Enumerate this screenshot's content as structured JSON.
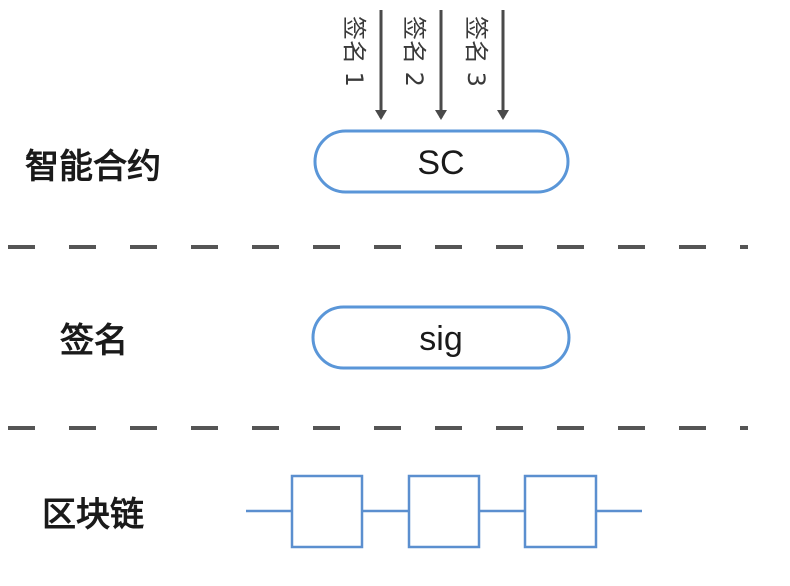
{
  "layers": {
    "smart_contract": {
      "label": "智能合约",
      "pill_text": "SC"
    },
    "signature": {
      "label": "签名",
      "pill_text": "sig"
    },
    "blockchain": {
      "label": "区块链"
    }
  },
  "signature_inputs": [
    {
      "label": "签名 1"
    },
    {
      "label": "签名 2"
    },
    {
      "label": "签名 3"
    }
  ],
  "colors": {
    "accent_blue": "#5a96d8",
    "chain_blue": "#5b8fcf",
    "arrow": "#4a4a4a",
    "divider": "#555555",
    "text": "#1a1a1a"
  }
}
